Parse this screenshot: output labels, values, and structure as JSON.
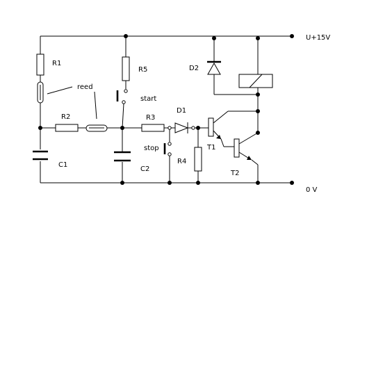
{
  "labels": {
    "r1": "R1",
    "r2": "R2",
    "r3": "R3",
    "r4": "R4",
    "r5": "R5",
    "c1": "C1",
    "c2": "C2",
    "d1": "D1",
    "d2": "D2",
    "t1": "T1",
    "t2": "T2",
    "reed": "reed",
    "start": "start",
    "stop": "stop",
    "supply": "U+15V",
    "ground": "0 V"
  }
}
